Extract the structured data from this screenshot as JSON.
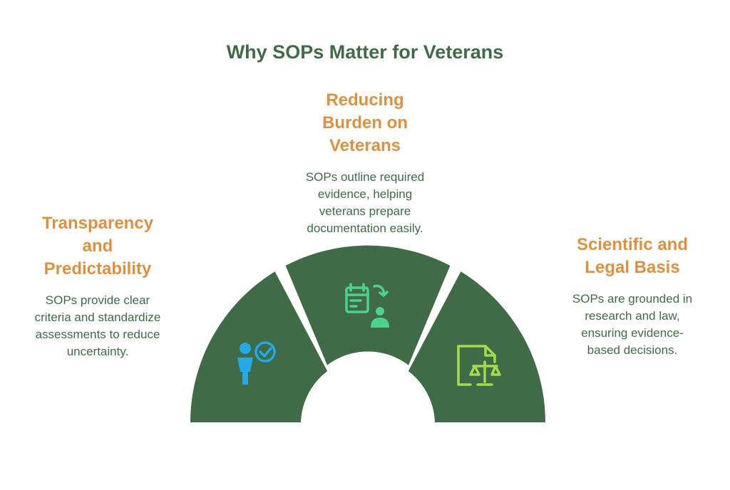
{
  "title": "Why SOPs Matter for Veterans",
  "sections": [
    {
      "heading_lines": [
        "Transparency",
        "and",
        "Predictability"
      ],
      "desc_lines": [
        "SOPs provide clear",
        "criteria and standardize",
        "assessments to reduce",
        "uncertainty."
      ],
      "icon": "person-check-icon"
    },
    {
      "heading_lines": [
        "Reducing",
        "Burden on",
        "Veterans"
      ],
      "desc_lines": [
        "SOPs outline required",
        "evidence, helping",
        "veterans prepare",
        "documentation easily."
      ],
      "icon": "calendar-person-icon"
    },
    {
      "heading_lines": [
        "Scientific and",
        "Legal Basis"
      ],
      "desc_lines": [
        "SOPs are grounded in",
        "research and law,",
        "ensuring evidence-",
        "based decisions."
      ],
      "icon": "document-scale-icon"
    }
  ],
  "colors": {
    "segment": "#3f6b47",
    "heading": "#dd9140",
    "text": "#3f6b47",
    "icon_left": "#22a9e6",
    "icon_middle": "#4ad38a",
    "icon_right": "#a6d94b"
  }
}
